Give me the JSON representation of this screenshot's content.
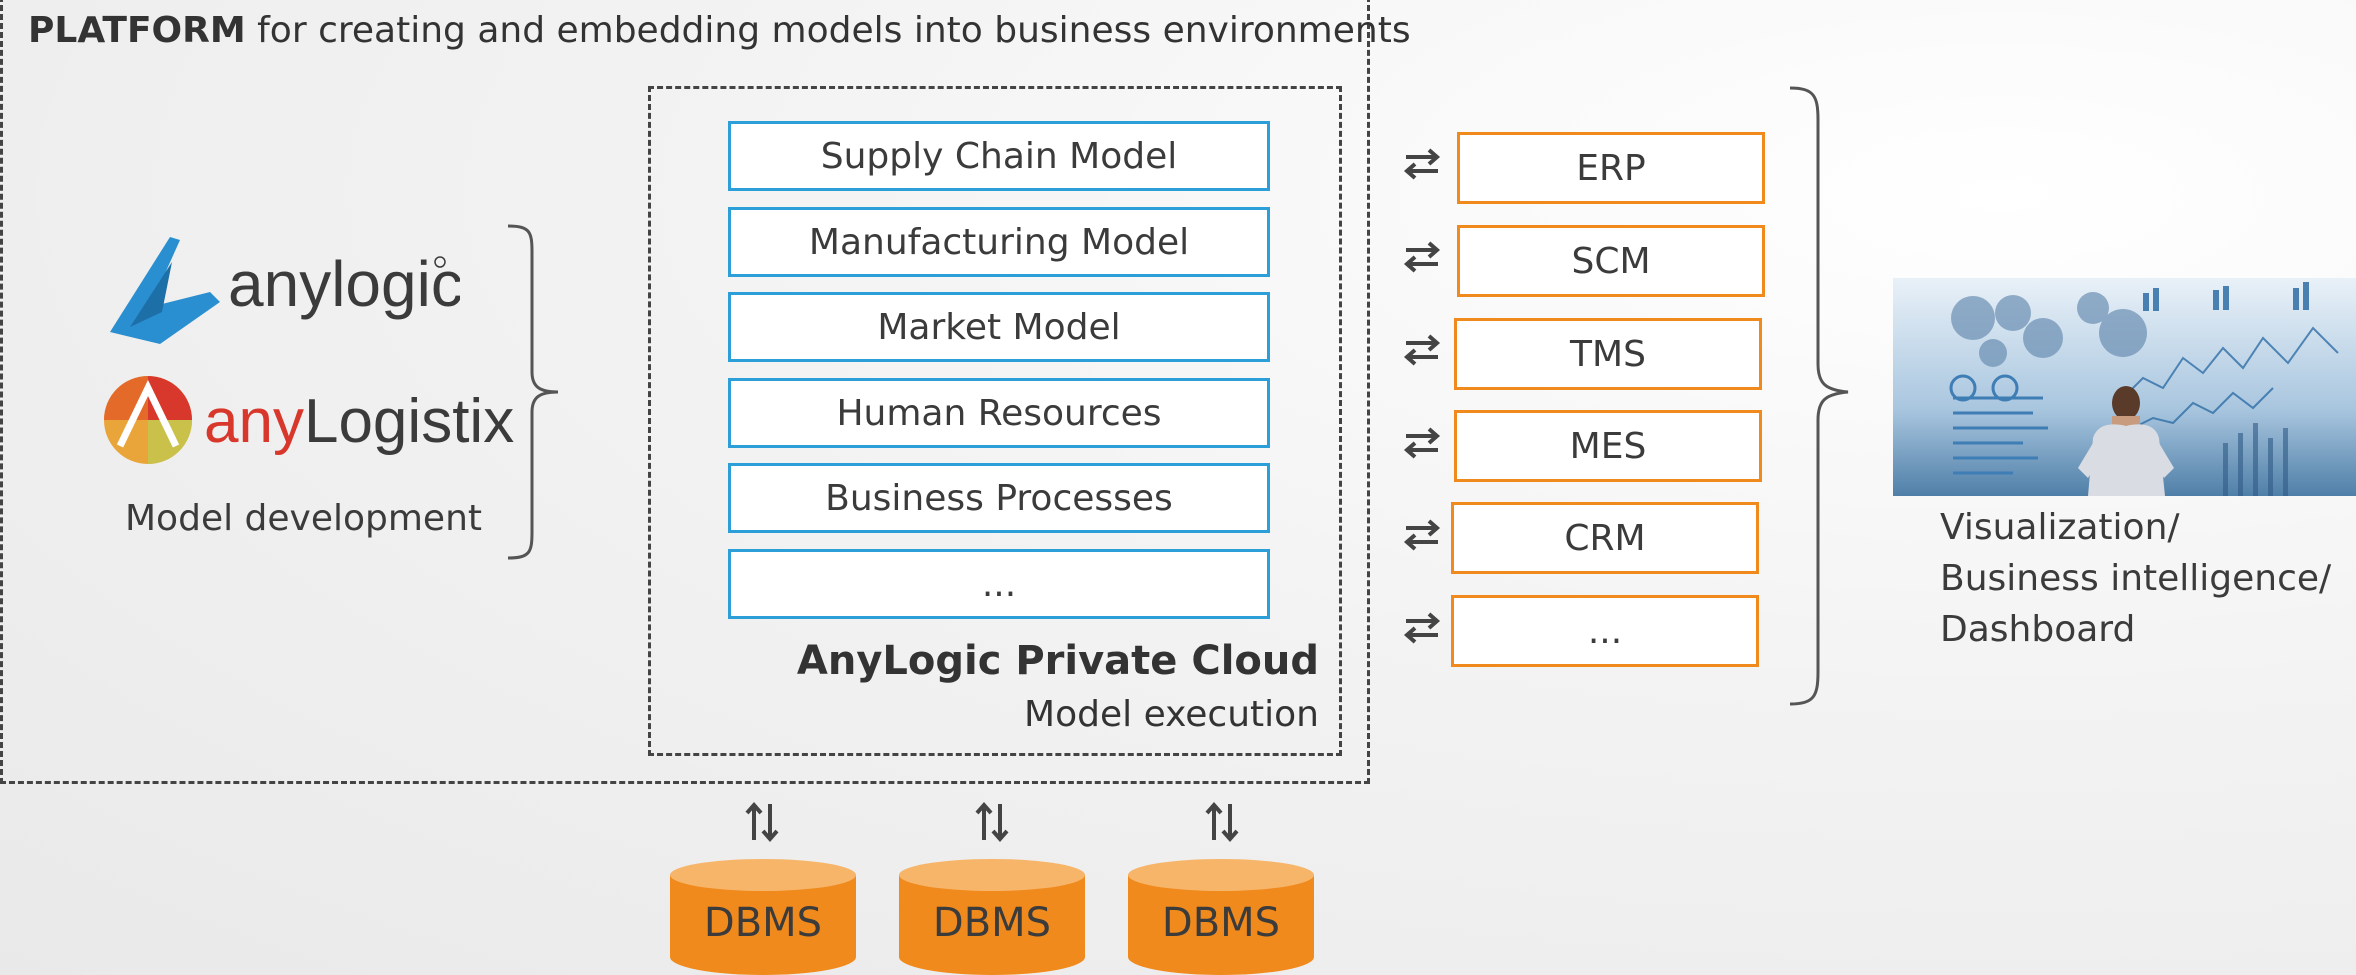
{
  "platform": {
    "heading_bold": "PLATFORM",
    "heading_rest": " for creating and embedding models into business environments"
  },
  "development": {
    "logo1_text": "anylogic",
    "logo2_text_any": "any",
    "logo2_text_rest": "Logistix",
    "label": "Model development"
  },
  "cloud": {
    "models": [
      "Supply Chain Model",
      "Manufacturing Model",
      "Market Model",
      "Human Resources",
      "Business Processes",
      "..."
    ],
    "title": "AnyLogic Private Cloud",
    "subtitle": "Model execution"
  },
  "systems": [
    "ERP",
    "SCM",
    "TMS",
    "MES",
    "CRM",
    "..."
  ],
  "databases": [
    "DBMS",
    "DBMS",
    "DBMS"
  ],
  "visualization": {
    "lines": [
      "Visualization/",
      "Business intelligence/",
      "Dashboard"
    ]
  },
  "colors": {
    "model_border": "#2d9fd8",
    "system_border": "#f08a1c",
    "dbms_fill": "#f08a1c",
    "dbms_top": "#f7b56a",
    "anylogic_blue": "#2a8fd0",
    "anylogistix_red": "#d8382b"
  }
}
